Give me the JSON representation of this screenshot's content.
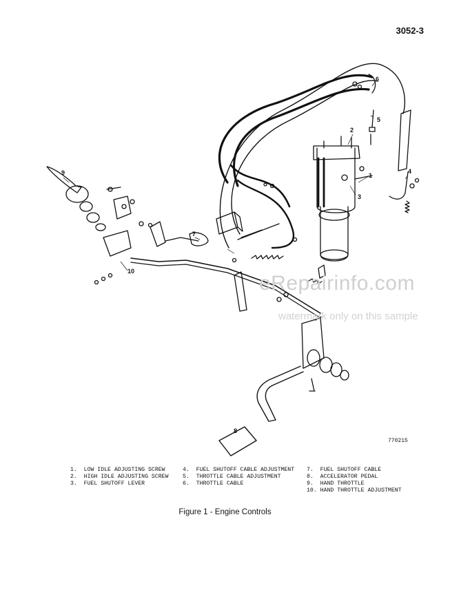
{
  "page_number": "3052-3",
  "figure_code": "770215",
  "callouts": [
    "1",
    "2",
    "3",
    "4",
    "5",
    "6",
    "7",
    "8",
    "9",
    "10"
  ],
  "legend": {
    "col1": [
      "1.  LOW IDLE ADJUSTING SCREW",
      "2.  HIGH IDLE ADJUSTING SCREW",
      "3.  FUEL SHUTOFF LEVER"
    ],
    "col2": [
      "4.  FUEL SHUTOFF CABLE ADJUSTMENT",
      "5.  THROTTLE CABLE ADJUSTMENT",
      "6.  THROTTLE CABLE"
    ],
    "col3": [
      "7.  FUEL SHUTOFF CABLE",
      "8.  ACCELERATOR PEDAL",
      "9.  HAND THROTTLE",
      "10. HAND THROTTLE ADJUSTMENT"
    ]
  },
  "caption": "Figure 1 - Engine Controls",
  "watermark": {
    "site": "eRepairinfo.com",
    "note": "watermark only on this sample"
  }
}
